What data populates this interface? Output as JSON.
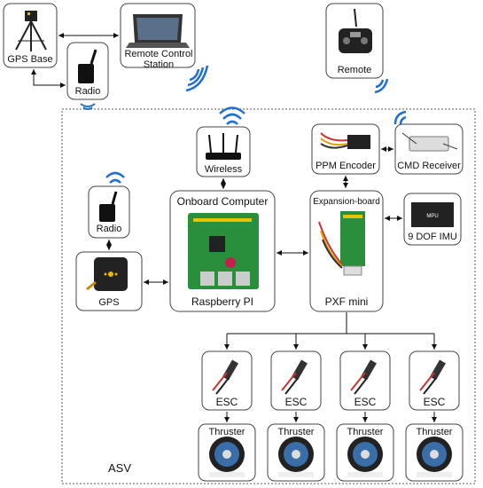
{
  "labels": {
    "gps_base": "GPS Base",
    "remote_station_1": "Remote Control",
    "remote_station_2": "Station",
    "radio_base": "Radio",
    "remote": "Remote",
    "wireless": "Wireless",
    "ppm_encoder": "PPM Encoder",
    "cmd_receiver": "CMD Receiver",
    "onboard_computer": "Onboard Computer",
    "raspberry_pi": "Raspberry PI",
    "expansion_board": "Expansion-board",
    "pxf_mini": "PXF mini",
    "imu": "9 DOF IMU",
    "radio_asv": "Radio",
    "gps": "GPS",
    "esc": [
      "ESC",
      "ESC",
      "ESC",
      "ESC"
    ],
    "thruster": [
      "Thruster",
      "Thruster",
      "Thruster",
      "Thruster"
    ],
    "asv": "ASV"
  },
  "colors": {
    "wifi": "#1e6fd0",
    "board_green": "#2a8f3c",
    "box_border": "#444444",
    "dashed_border": "#555555"
  }
}
